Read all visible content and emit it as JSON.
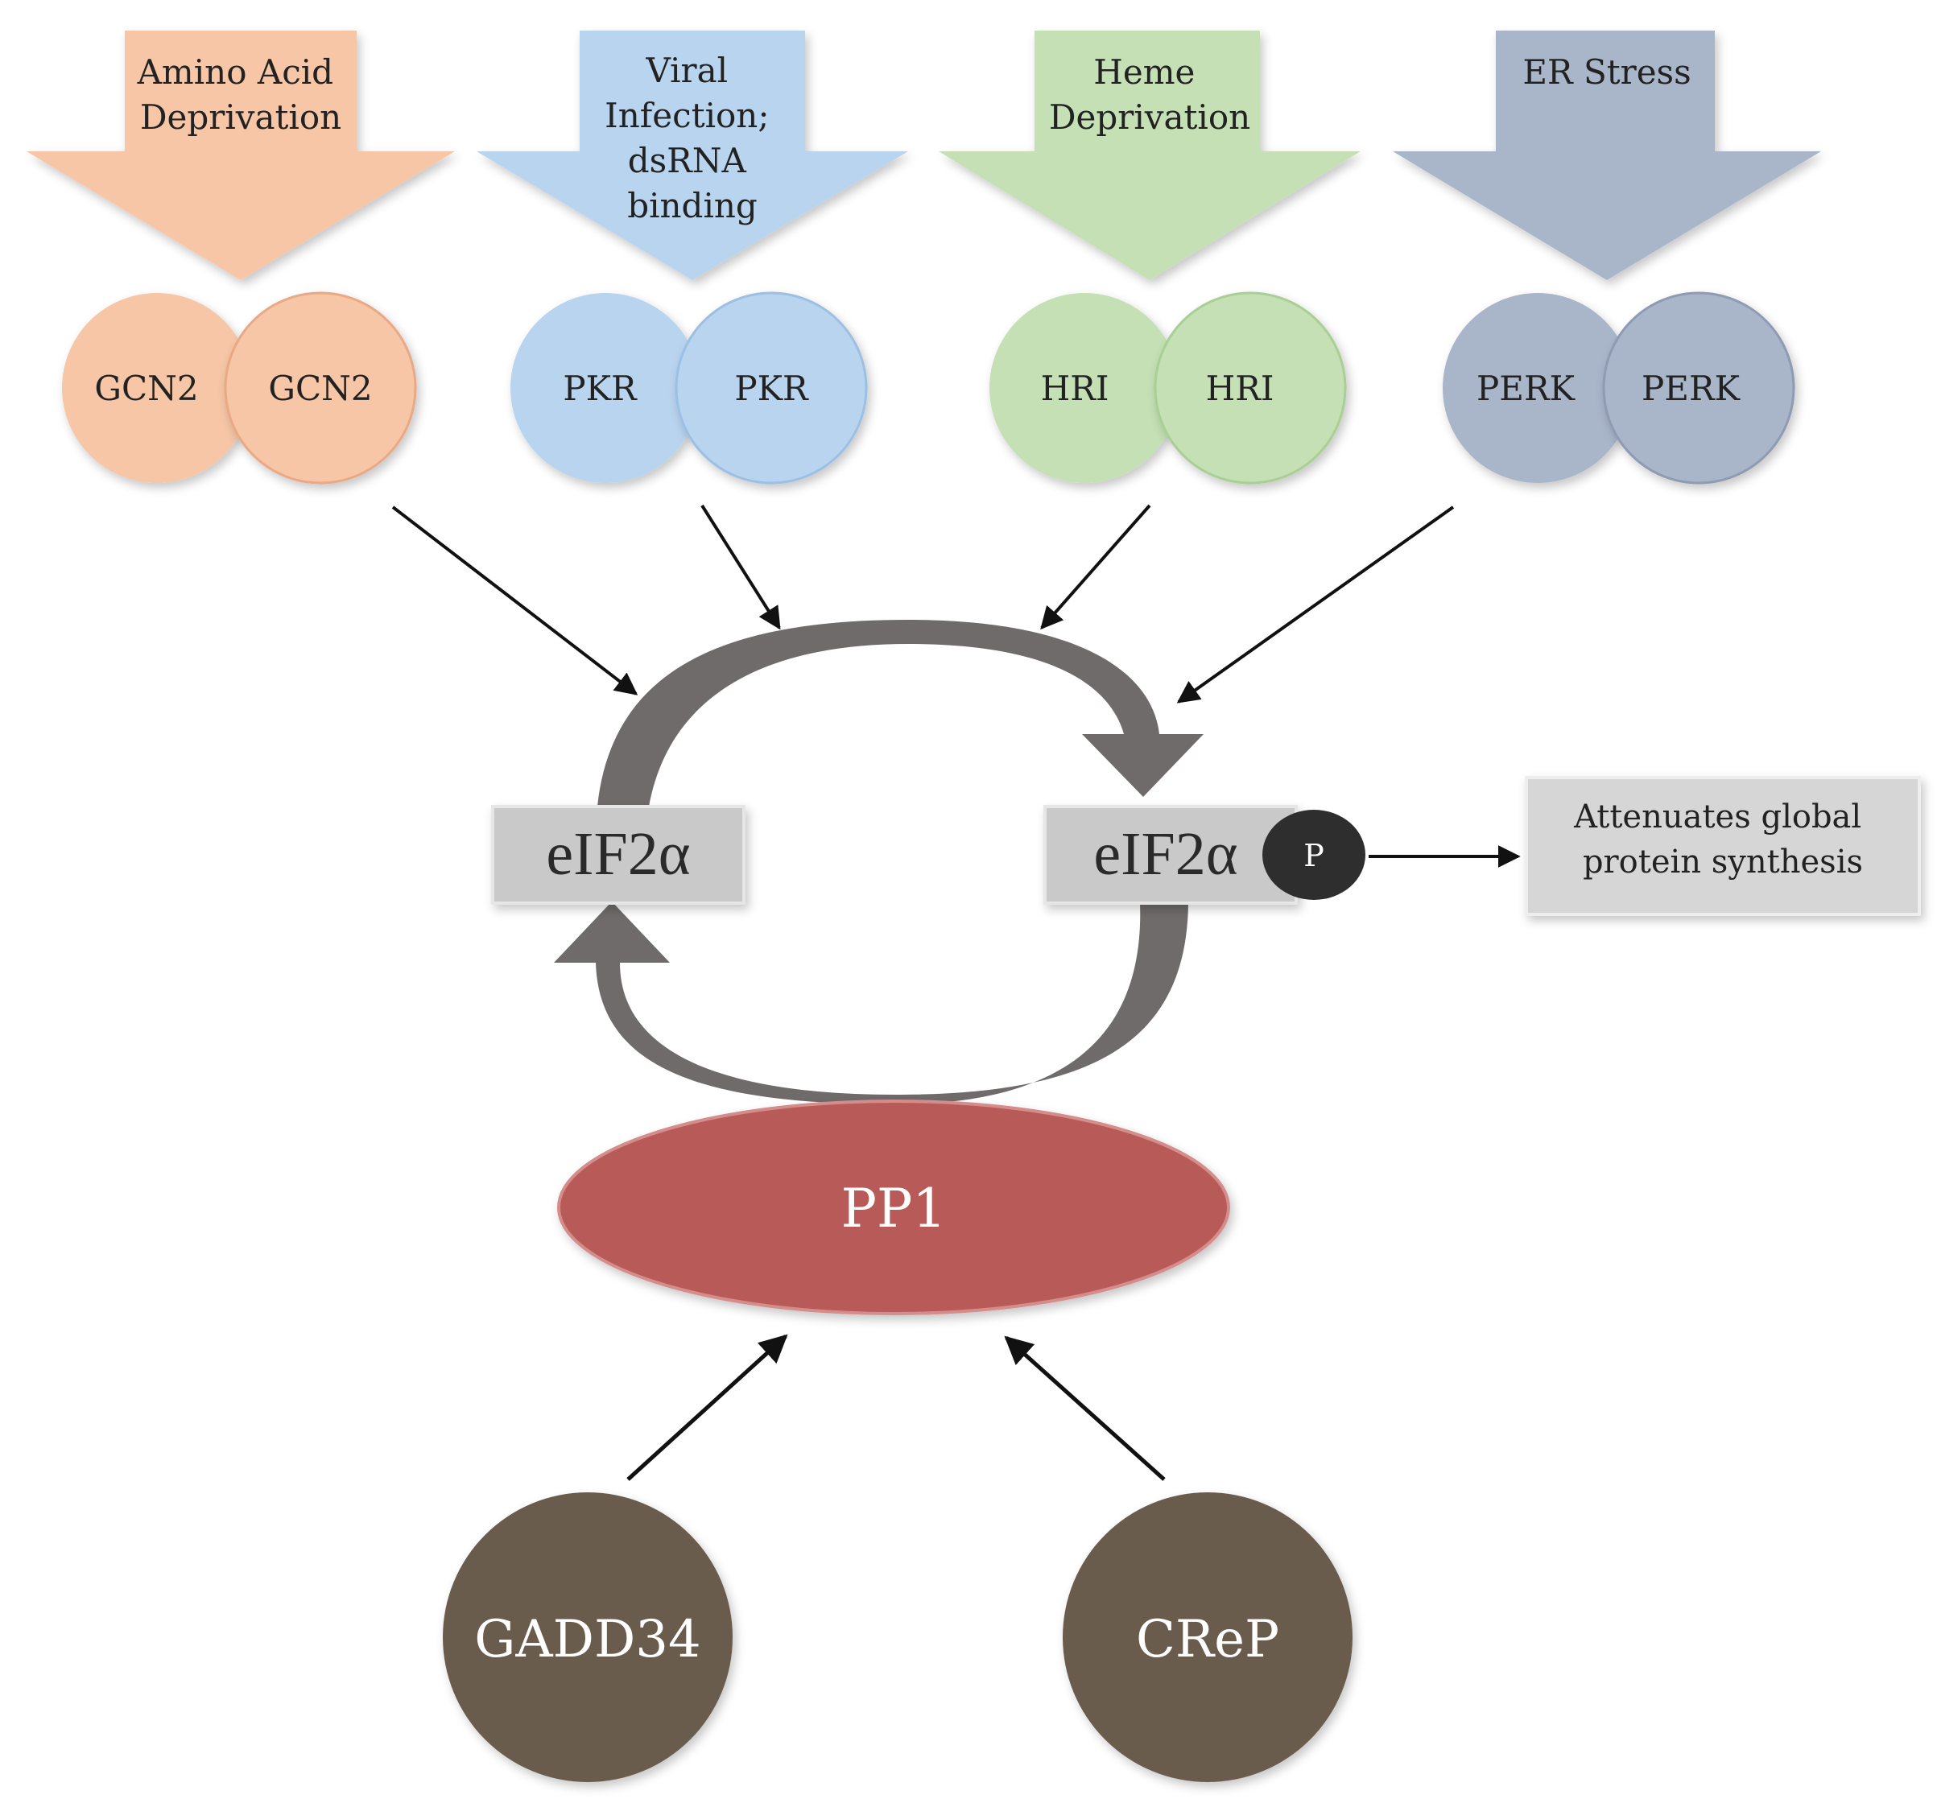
{
  "stresses": [
    {
      "line1": "Amino Acid",
      "line2": "Deprivation",
      "line3": "",
      "line4": "",
      "color": "#f6c6a6"
    },
    {
      "line1": "Viral",
      "line2": "Infection;",
      "line3": "dsRNA",
      "line4": "binding",
      "color": "#b9d4ef"
    },
    {
      "line1": "Heme",
      "line2": "Deprivation",
      "line3": "",
      "line4": "",
      "color": "#c4e0b4"
    },
    {
      "line1": "ER Stress",
      "line2": "",
      "line3": "",
      "line4": "",
      "color": "#a9b5c9"
    }
  ],
  "kinases": [
    {
      "left": "GCN2",
      "right": "GCN2",
      "color": "#f6c6a6"
    },
    {
      "left": "PKR",
      "right": "PKR",
      "color": "#b9d4ef"
    },
    {
      "left": "HRI",
      "right": "HRI",
      "color": "#c4e0b4"
    },
    {
      "left": "PERK",
      "right": "PERK",
      "color": "#a9b5c9"
    }
  ],
  "eif": {
    "left_label": "eIF2α",
    "right_label": "eIF2α",
    "phospho": "P"
  },
  "outcome": {
    "line1": "Attenuates global",
    "line2": "protein synthesis"
  },
  "phosphatase": {
    "label": "PP1",
    "color": "#b85a58"
  },
  "regulators": [
    {
      "label": "GADD34",
      "color": "#6b5b4e"
    },
    {
      "label": "CReP",
      "color": "#6b5b4e"
    }
  ],
  "colors": {
    "box": "#c9c9c9",
    "cycle_arrow": "#6f6b6b",
    "phospho_dot": "#2e2e2e",
    "outcome_box": "#d6d6d6",
    "line": "#111111"
  }
}
